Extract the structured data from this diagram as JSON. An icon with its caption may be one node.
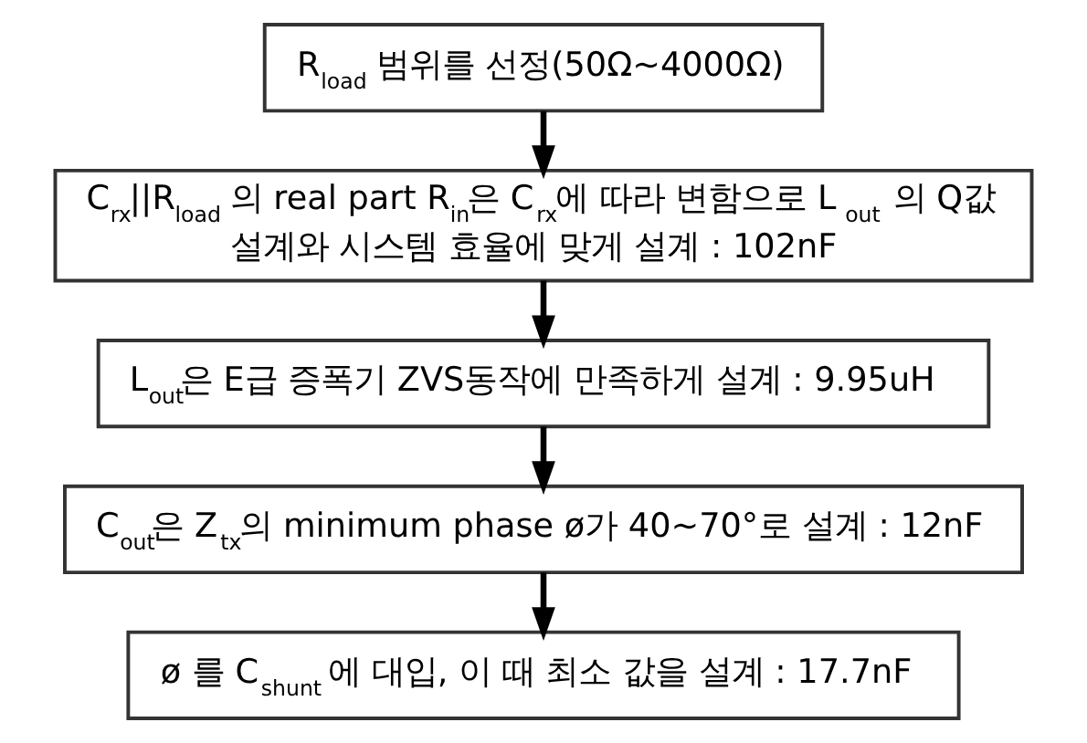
{
  "diagram": {
    "nodes": [
      {
        "text": [
          "R$_{load}$ 범위를 선정(50Ω~4000Ω)"
        ]
      },
      {
        "text": [
          "C$_{rx}$||R$_{load}$ 의 real part R$_{in}$은 C$_{rx}$에 따라 변함으로 L$_{out}$ 의 Q값 설계와 시스템 효율에 맞게 설계 : 102nF"
        ]
      },
      {
        "text": [
          "L$_{out}$은 E급 증폭기 ZVS동작에 만족하게 설계 : 9.95uH"
        ]
      },
      {
        "text": [
          "C$_{out}$은 Z$_{tx}$의 minimum phase ø가 40~70°로 설계 : 12nF"
        ]
      },
      {
        "text": [
          "ø 를 C$_{shunt}$ 에 대입, 이 때 최소 값을 설계 : 17.7nF"
        ]
      }
    ],
    "edges": [
      {
        "from": 0,
        "to": 1,
        "arrow": "to"
      },
      {
        "from": 1,
        "to": 2,
        "arrow": "to"
      },
      {
        "from": 2,
        "to": 3,
        "arrow": "to"
      },
      {
        "from": 3,
        "to": 4,
        "arrow": "to"
      }
    ]
  }
}
